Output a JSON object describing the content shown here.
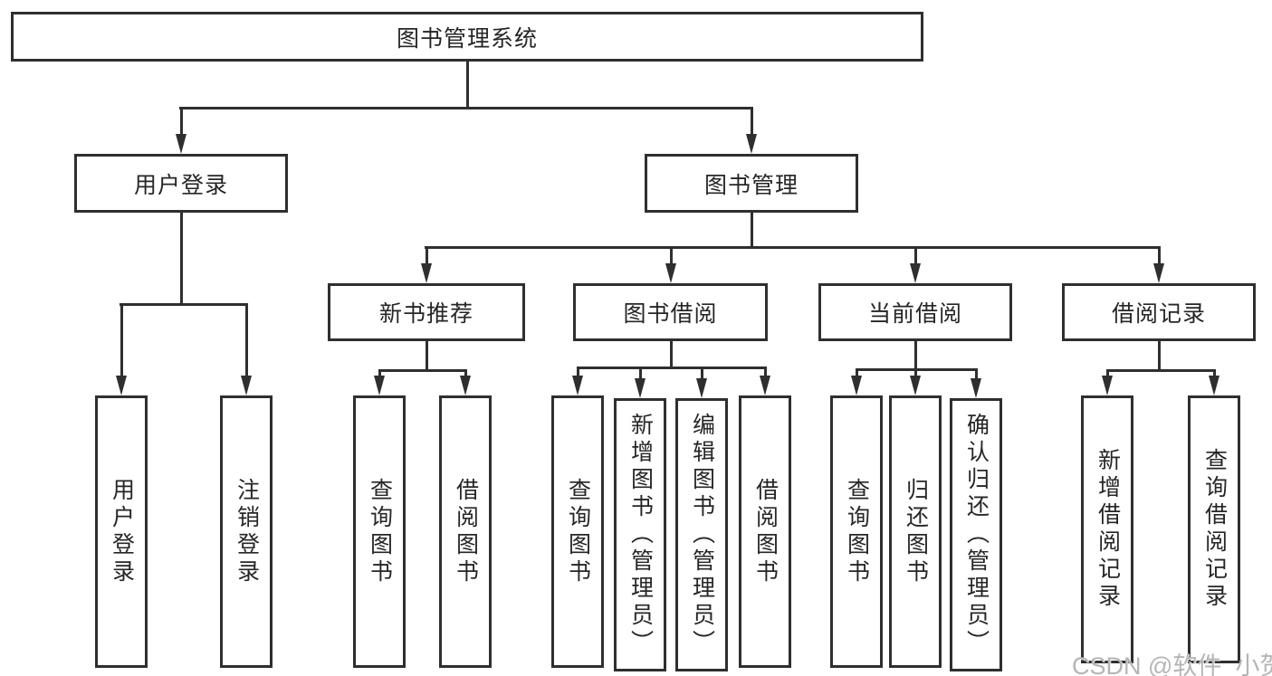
{
  "colors": {
    "line": "#2f2f2f",
    "text": "#262626",
    "bg": "#ffffff",
    "watermark": "#b5b5b5"
  },
  "tree": {
    "root": {
      "label": "图书管理系统"
    },
    "branches": [
      {
        "label": "用户登录",
        "leaves": [
          "用户登录",
          "注销登录"
        ]
      },
      {
        "label": "图书管理",
        "children": [
          {
            "label": "新书推荐",
            "leaves": [
              "查询图书",
              "借阅图书"
            ]
          },
          {
            "label": "图书借阅",
            "leaves": [
              "查询图书",
              "新增图书（管理员）",
              "编辑图书（管理员）",
              "借阅图书"
            ]
          },
          {
            "label": "当前借阅",
            "leaves": [
              "查询图书",
              "归还图书",
              "确认归还（管理员）"
            ]
          },
          {
            "label": "借阅记录",
            "leaves": [
              "新增借阅记录",
              "查询借阅记录"
            ]
          }
        ]
      }
    ]
  },
  "watermark": {
    "text": "CSDN @软件_小贺同学"
  }
}
